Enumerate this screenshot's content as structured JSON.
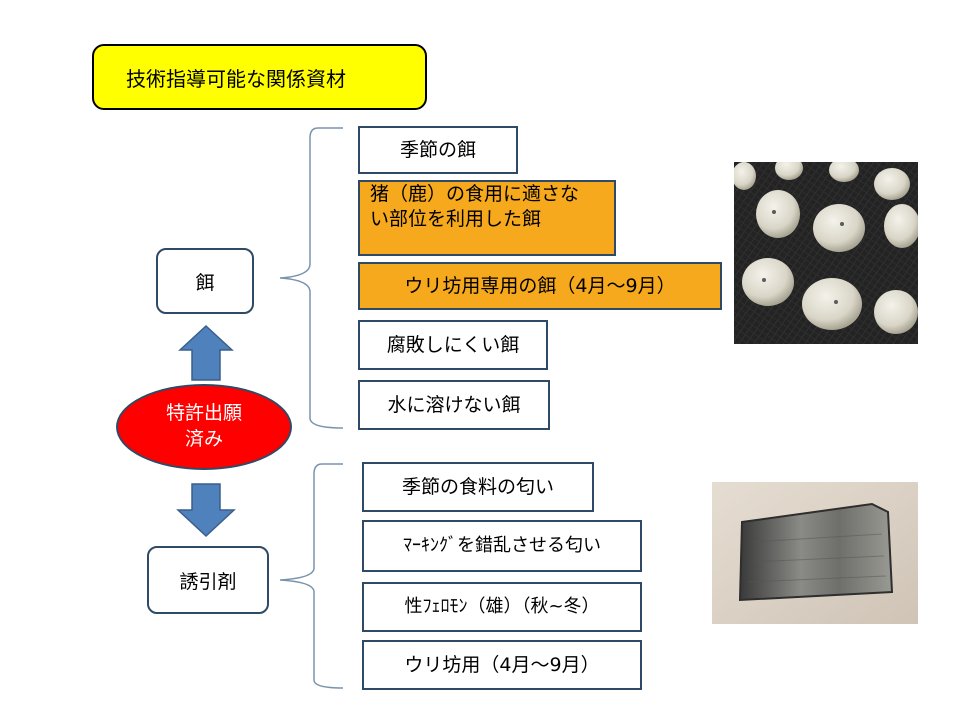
{
  "title": "技術指導可能な関係資材",
  "center": {
    "line1": "特許出願",
    "line2": "済み"
  },
  "categories": {
    "bait": "餌",
    "attractant": "誘引剤"
  },
  "bait_items": [
    {
      "line1": "季節の餌",
      "line2": ""
    },
    {
      "line1": "猪（鹿）の食用に適さな",
      "line2": "い部位を利用した餌"
    },
    {
      "line1": "ウリ坊用専用の餌（4月～9月）",
      "line2": ""
    },
    {
      "line1": "腐敗しにくい餌",
      "line2": ""
    },
    {
      "line1": "水に溶けない餌",
      "line2": ""
    }
  ],
  "attractant_items": [
    "季節の食料の匂い",
    "ﾏｰｷﾝｸﾞを錯乱させる匂い",
    "性ﾌｪﾛﾓﾝ（雄）（秋~冬）",
    "ウリ坊用（4月～9月）"
  ],
  "colors": {
    "title_bg": "#ffff00",
    "highlight": "#f6a91c",
    "center_fill": "#ff0000",
    "arrow": "#4f81bd",
    "border": "#2f4a66"
  }
}
